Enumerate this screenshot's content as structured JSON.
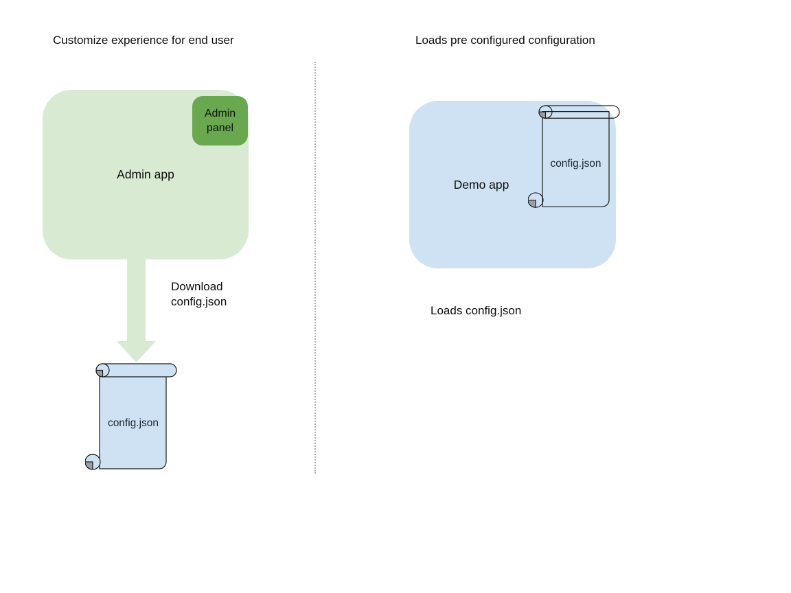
{
  "left": {
    "title": "Customize experience for end user",
    "admin_app": {
      "label": "Admin app"
    },
    "admin_panel": {
      "label": "Admin panel"
    },
    "download_label_lines": [
      "Download",
      "config.json"
    ],
    "scroll_label": "config.json"
  },
  "right": {
    "title": "Loads pre configured configuration",
    "demo_app": {
      "label": "Demo app"
    },
    "scroll_label": "config.json",
    "caption": "Loads config.json"
  },
  "colors": {
    "admin_app_fill": "#d9ead3",
    "admin_panel_fill": "#6aa84f",
    "demo_app_fill": "#cfe2f3",
    "scroll_fill": "#cfe2f3",
    "arrow_fill": "#d9ead3",
    "curl_fill": "#9aa0a6",
    "divider": "#b0b0b0",
    "outline": "#1a1a1a"
  }
}
